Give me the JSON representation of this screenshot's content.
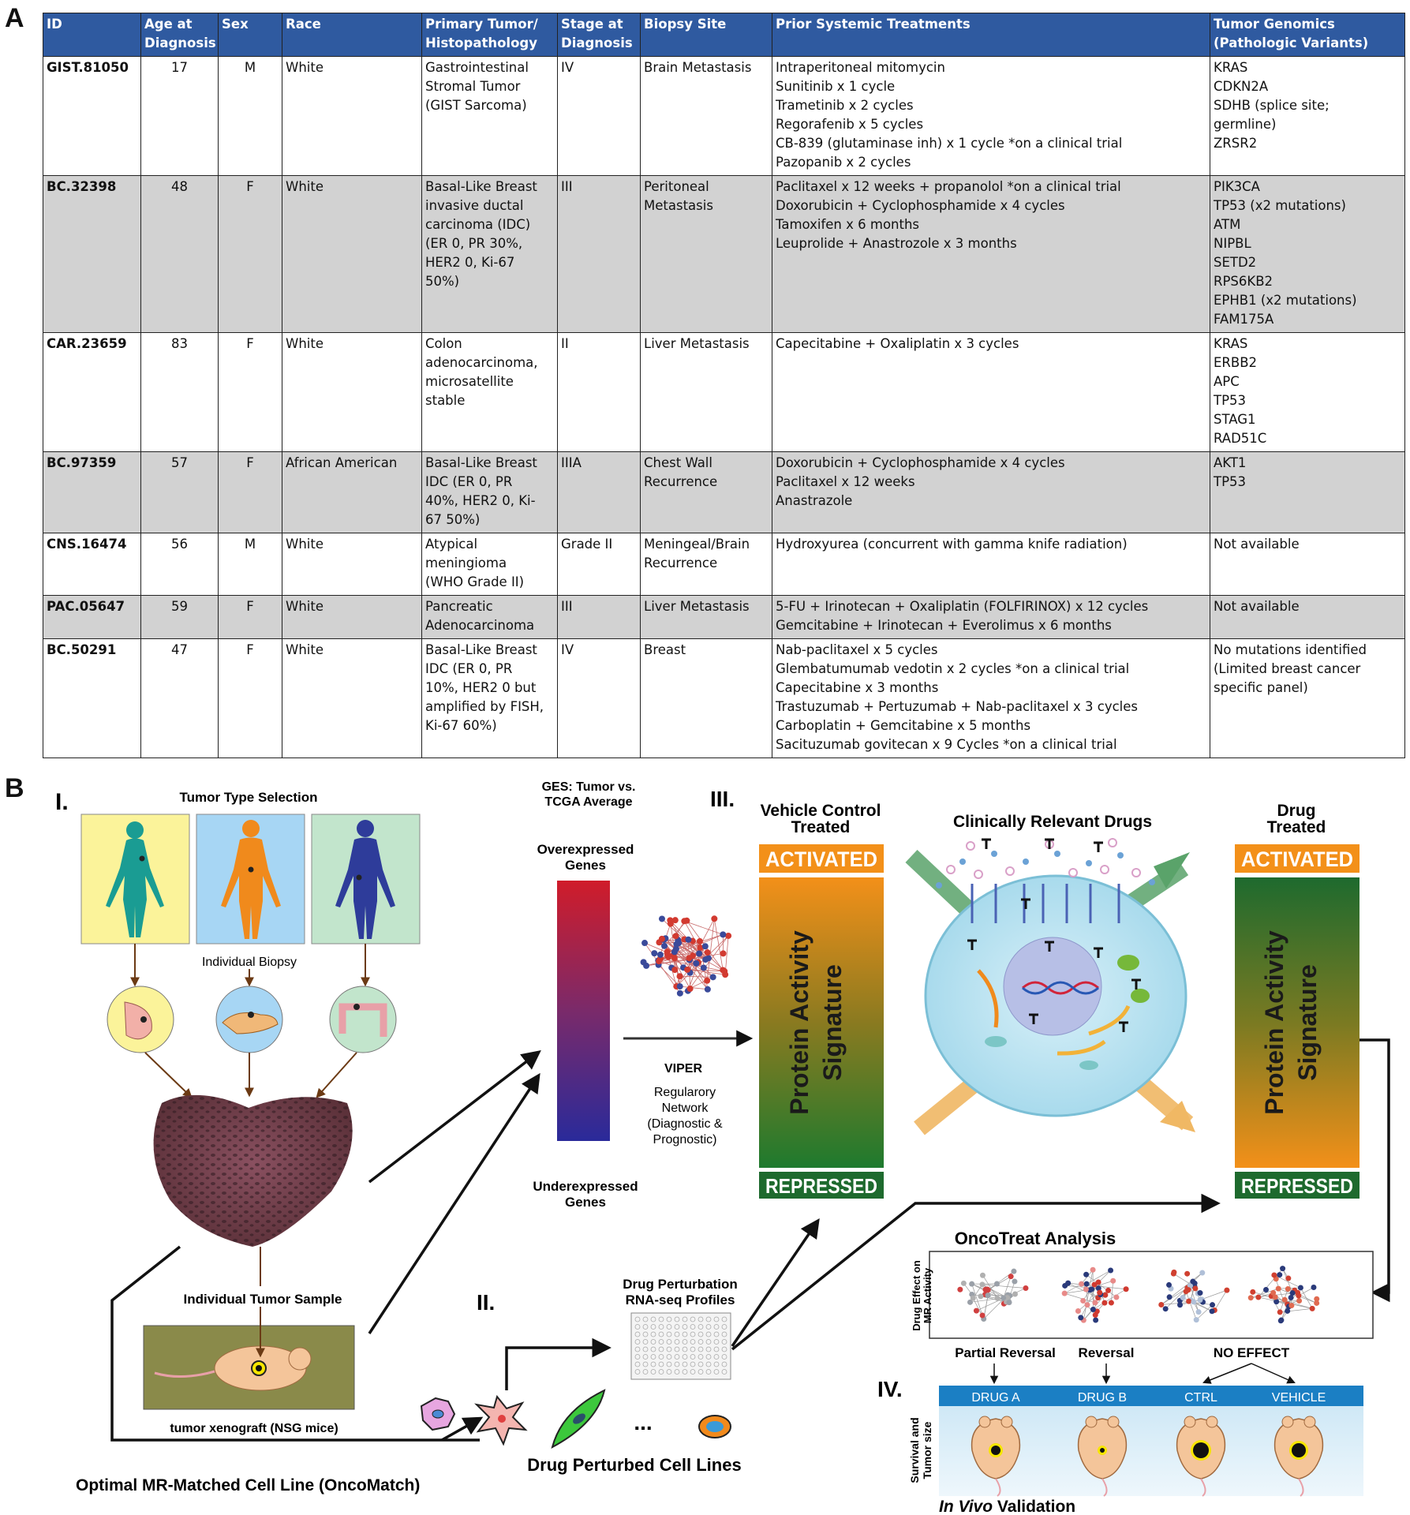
{
  "panels": {
    "a": "A",
    "b": "B"
  },
  "table": {
    "headers": [
      [
        "ID"
      ],
      [
        "Age at",
        "Diagnosis"
      ],
      [
        "Sex"
      ],
      [
        "Race"
      ],
      [
        "Primary Tumor/",
        "Histopathology"
      ],
      [
        "Stage at",
        "Diagnosis"
      ],
      [
        "Biopsy Site"
      ],
      [
        "Prior Systemic Treatments"
      ],
      [
        "Tumor Genomics",
        "(Pathologic Variants)"
      ]
    ],
    "rows": [
      {
        "id": "GIST.81050",
        "age": "17",
        "sex": "M",
        "race": "White",
        "tumor": [
          "Gastrointestinal",
          "Stromal Tumor",
          "(GIST Sarcoma)"
        ],
        "stage": "IV",
        "site": [
          "Brain Metastasis"
        ],
        "treatments": [
          "Intraperitoneal mitomycin",
          "Sunitinib x 1 cycle",
          "Trametinib x 2 cycles",
          "Regorafenib x 5 cycles",
          "CB-839 (glutaminase inh) x 1 cycle *on a clinical trial",
          "Pazopanib x 2 cycles"
        ],
        "genomics": [
          "KRAS",
          "CDKN2A",
          "SDHB (splice site;",
          "germline)",
          "ZRSR2"
        ]
      },
      {
        "id": "BC.32398",
        "age": "48",
        "sex": "F",
        "race": "White",
        "tumor": [
          "Basal-Like Breast",
          "invasive ductal",
          "carcinoma (IDC)",
          "(ER 0, PR 30%,",
          "HER2 0, Ki-67",
          "50%)"
        ],
        "stage": "III",
        "site": [
          "Peritoneal",
          "Metastasis"
        ],
        "treatments": [
          "Paclitaxel x 12 weeks + propanolol *on a clinical trial",
          "Doxorubicin + Cyclophosphamide x 4 cycles",
          "Tamoxifen x 6 months",
          "Leuprolide + Anastrozole x 3 months"
        ],
        "genomics": [
          "PIK3CA",
          "TP53 (x2 mutations)",
          "ATM",
          "NIPBL",
          "SETD2",
          "RPS6KB2",
          "EPHB1 (x2 mutations)",
          "FAM175A"
        ]
      },
      {
        "id": "CAR.23659",
        "age": "83",
        "sex": "F",
        "race": "White",
        "tumor": [
          "Colon",
          "adenocarcinoma,",
          "microsatellite",
          "stable"
        ],
        "stage": "II",
        "site": [
          "Liver Metastasis"
        ],
        "treatments": [
          "Capecitabine + Oxaliplatin x 3 cycles"
        ],
        "genomics": [
          "KRAS",
          "ERBB2",
          "APC",
          "TP53",
          "STAG1",
          "RAD51C"
        ]
      },
      {
        "id": "BC.97359",
        "age": "57",
        "sex": "F",
        "race": "African American",
        "tumor": [
          "Basal-Like Breast",
          "IDC (ER 0, PR",
          "40%, HER2 0, Ki-",
          "67 50%)"
        ],
        "stage": "IIIA",
        "site": [
          "Chest Wall",
          "Recurrence"
        ],
        "treatments": [
          "Doxorubicin + Cyclophosphamide x 4 cycles",
          "Paclitaxel x 12 weeks",
          "Anastrazole"
        ],
        "genomics": [
          "AKT1",
          "TP53"
        ]
      },
      {
        "id": "CNS.16474",
        "age": "56",
        "sex": "M",
        "race": "White",
        "tumor": [
          "Atypical",
          "meningioma",
          "(WHO Grade II)"
        ],
        "stage": "Grade II",
        "site": [
          "Meningeal/Brain",
          "Recurrence"
        ],
        "treatments": [
          "Hydroxyurea (concurrent with gamma knife radiation)"
        ],
        "genomics": [
          "Not available"
        ]
      },
      {
        "id": "PAC.05647",
        "age": "59",
        "sex": "F",
        "race": "White",
        "tumor": [
          "Pancreatic",
          "Adenocarcinoma"
        ],
        "stage": "III",
        "site": [
          "Liver Metastasis"
        ],
        "treatments": [
          "5-FU + Irinotecan + Oxaliplatin (FOLFIRINOX) x 12 cycles",
          "Gemcitabine + Irinotecan + Everolimus x 6 months"
        ],
        "genomics": [
          "Not available"
        ]
      },
      {
        "id": "BC.50291",
        "age": "47",
        "sex": "F",
        "race": "White",
        "tumor": [
          "Basal-Like Breast",
          "IDC (ER 0, PR",
          "10%, HER2  0 but",
          "amplified by FISH,",
          "Ki-67 60%)"
        ],
        "stage": "IV",
        "site": [
          "Breast"
        ],
        "treatments": [
          "Nab-paclitaxel x 5 cycles",
          "Glembatumumab vedotin x 2 cycles *on a clinical trial",
          "Capecitabine x 3 months",
          "Trastuzumab + Pertuzumab + Nab-paclitaxel x 3 cycles",
          "Carboplatin + Gemcitabine x 5 months",
          "Sacituzumab govitecan x 9 Cycles *on a clinical trial"
        ],
        "genomics": [
          "No mutations identified",
          "(Limited breast cancer",
          "specific panel)"
        ]
      }
    ]
  },
  "figure": {
    "stage1": "I.",
    "stage2": "II.",
    "stage3": "III.",
    "stage4": "IV.",
    "tumor_type_selection": "Tumor Type Selection",
    "individual_biopsy": "Individual Biopsy",
    "individual_tumor_sample": "Individual Tumor Sample",
    "xenograft": "tumor xenograft (NSG mice)",
    "oncomatch": "Optimal MR-Matched Cell Line (OncoMatch)",
    "ges_title": [
      "GES: Tumor vs.",
      "TCGA Average"
    ],
    "overexpressed": [
      "Overexpressed",
      "Genes"
    ],
    "underexpressed": [
      "Underexpressed",
      "Genes"
    ],
    "viper": "VIPER",
    "regulatory": [
      "Regularory",
      "Network",
      "(Diagnostic &",
      "Prognostic)"
    ],
    "vehicle_title": [
      "Vehicle Control",
      "Treated"
    ],
    "drug_title": [
      "Drug",
      "Treated"
    ],
    "activated": "ACTIVATED",
    "repressed": "REPRESSED",
    "signature": [
      "Protein Activity",
      "Signature"
    ],
    "clinical_drugs": "Clinically Relevant Drugs",
    "drug_perturbation": [
      "Drug Perturbation",
      "RNA-seq Profiles"
    ],
    "dots": "...",
    "perturbed_lines": "Drug Perturbed Cell Lines",
    "oncotreat_title": "OncoTreat Analysis",
    "drug_effect": [
      "Drug Effect on",
      "MR Activity"
    ],
    "partial_reversal": "Partial Reversal",
    "reversal": "Reversal",
    "no_effect": "NO EFFECT",
    "arms": [
      "DRUG A",
      "DRUG B",
      "CTRL",
      "VEHICLE"
    ],
    "survival": [
      "Survival and",
      "Tumor size"
    ],
    "in_vivo_italic": "In Vivo",
    "in_vivo_rest": " Validation"
  }
}
